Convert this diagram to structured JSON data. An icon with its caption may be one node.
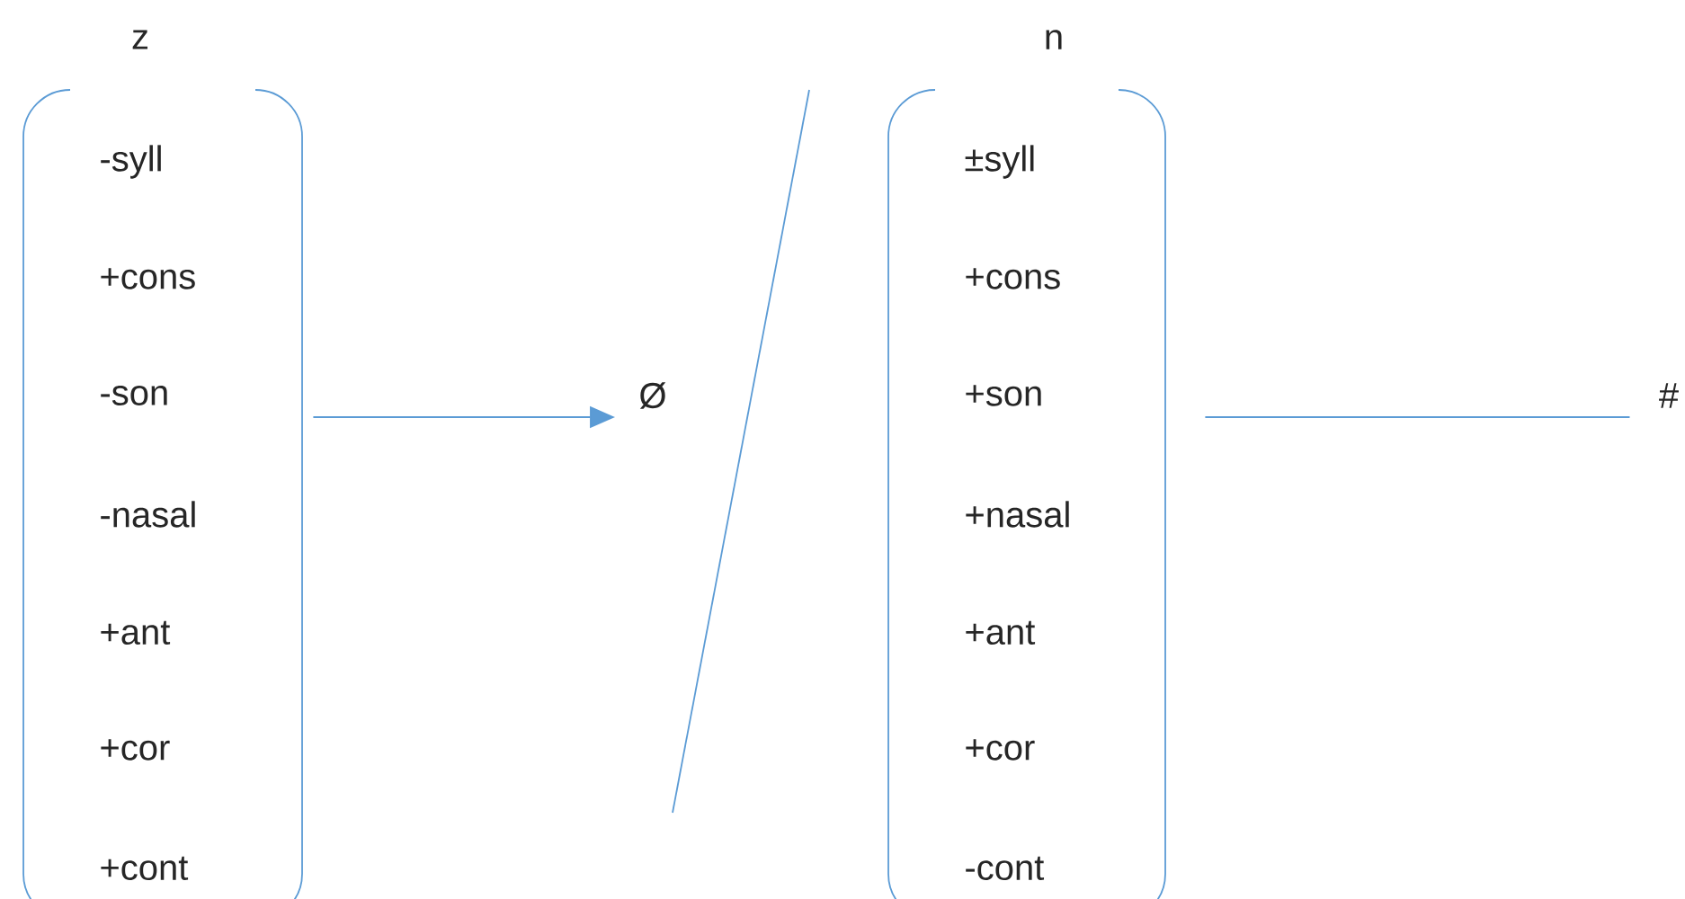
{
  "diagram": {
    "nodes": [
      {
        "text": [
          "z",
          "-syll",
          "+cons",
          "-son",
          "-nasal",
          "+ant",
          "+cor",
          "+cont"
        ]
      },
      {
        "text": [
          "Ø"
        ]
      },
      {
        "text": [
          "n",
          "±syll",
          "+cons",
          "+son",
          "+nasal",
          "+ant",
          "+cor",
          "-cont"
        ]
      },
      {
        "text": [
          "#"
        ]
      }
    ],
    "edges": [
      {
        "from": 0,
        "to": 1,
        "arrow": "to"
      },
      {
        "from": 2,
        "to": 3,
        "arrow": "none"
      }
    ]
  }
}
